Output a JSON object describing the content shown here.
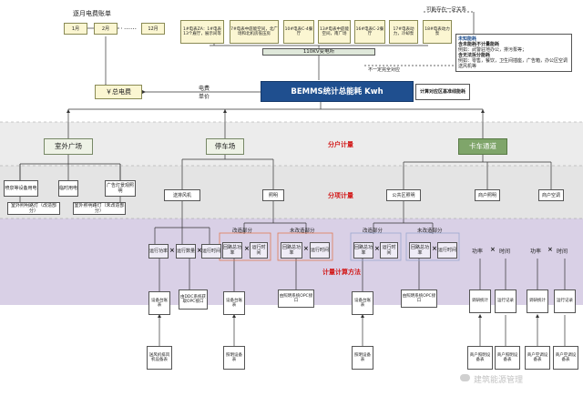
{
  "header": {
    "monthly_bill_title": "逐月电费账单",
    "months": [
      "1月",
      "2月",
      "12月"
    ],
    "total_fee": "￥总电费",
    "maybe_relation": "可能存在一定关系",
    "not_necessarily_match": "不一定完全对应"
  },
  "meters": [
    "1#电表ZA：1#电表13个雇厅，展示间等",
    "7#电表中庭能空间，北广场和北机房低压房",
    "10#电表C-4餐厅",
    "13#电表中庭能空间，南广场",
    "16#电表C-2餐厅",
    "17#电表动力，冷却泵",
    "18#电表动力泵"
  ],
  "transformer": "110KV变电所",
  "unknown_load": {
    "title": "未知能耗",
    "line1": "含未能耗不计量能耗",
    "line2": "例如：武警驻地办公，排污泵等；",
    "line3": "含无法拆分能耗",
    "line4": "例如：零售，餐饮，卫生间插座，广告箱，办公区空调送风机等"
  },
  "center": {
    "main": "BEMMS统计总能耗 Kwh",
    "arrow_label_1": "电费",
    "arrow_label_2": "单价",
    "area_baseline": "计算对应区基准线能耗"
  },
  "categories": {
    "plaza": "室外广场",
    "parking": "停车场",
    "lane": "卡车通道"
  },
  "lane_labels": {
    "household": "分户计量",
    "itemized": "分项计量",
    "method": "计量计算方法"
  },
  "plaza_items": {
    "a": "喷泉等设备用电",
    "b": "临时用电",
    "c": "广告灯景观照明",
    "d": "室外照明路灯（改造部分）",
    "e": "室外照明路灯（未改造部分）"
  },
  "parking_items": {
    "fan": "送排风机",
    "light": "照明",
    "renovated": "改造部分",
    "unrenovated": "未改造部分"
  },
  "lane_items": {
    "public_light": "公共区照明",
    "household_light": "商户照明",
    "household_ac": "商户空调",
    "renovated": "改造部分",
    "unrenovated": "未改造部分"
  },
  "formula": {
    "run_power": "运行功率",
    "run_count": "运行数量",
    "run_time": "运行时间",
    "loop_power": "回路总功率",
    "power": "功率",
    "time": "时间",
    "times": "×"
  },
  "sources": {
    "device_ledger": "设备台账表",
    "ddc": "由DDC系统获取OPC接口",
    "lighting_sys": "由照明系统OPC接口",
    "survey": "调研统计",
    "ops_record": "运行记录",
    "fan_ledger": "送风机排风机设备表",
    "lamp_ledger": "照明设备表",
    "merchant_ledger": "商户照明设备表",
    "merchant_ac": "商户空调设备表"
  },
  "watermark": "建筑能源管理",
  "colors": {
    "band_gray": "#e9e9e9",
    "band_purple": "#d9d0e6",
    "center_blue": "#1f4f8f",
    "green_box": "#7fa56a",
    "red_text": "#d21a1a"
  }
}
